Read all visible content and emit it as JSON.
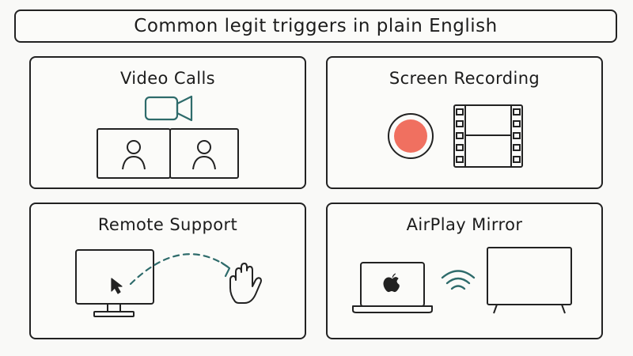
{
  "header": {
    "title": "Common legit triggers in plain English"
  },
  "panels": [
    {
      "title": "Video Calls",
      "icon": "video-camera-icon"
    },
    {
      "title": "Screen Recording",
      "icon": "record-icon"
    },
    {
      "title": "Remote Support",
      "icon": "remote-cursor-icon"
    },
    {
      "title": "AirPlay Mirror",
      "icon": "airplay-icon"
    }
  ],
  "colors": {
    "accent_teal": "#2e6b6b",
    "record_red": "#f07060",
    "ink": "#222222"
  }
}
